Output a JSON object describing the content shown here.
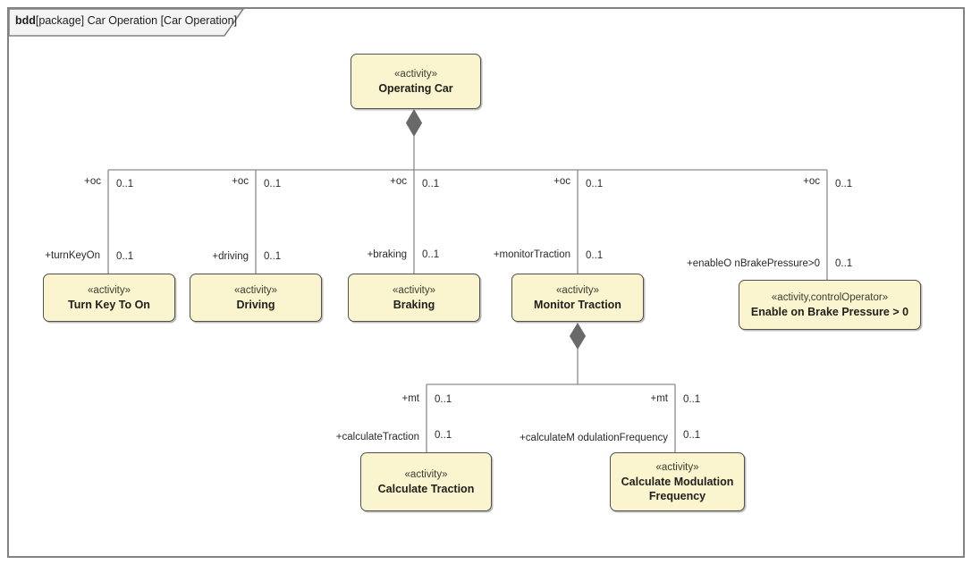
{
  "frame": {
    "tab_bold": "bdd",
    "tab_rest": "[package] Car Operation [Car Operation]"
  },
  "colors": {
    "node_fill": "#faf4cf",
    "node_border": "#52524a",
    "connector_line": "#8c8c8c",
    "diamond_fill": "#696969",
    "frame_border": "#828282",
    "tab_fill": "#f4f4f4"
  },
  "nodes": [
    {
      "stereotype": "«activity»",
      "name": "Operating Car"
    },
    {
      "stereotype": "«activity»",
      "name": "Turn Key To On"
    },
    {
      "stereotype": "«activity»",
      "name": "Driving"
    },
    {
      "stereotype": "«activity»",
      "name": "Braking"
    },
    {
      "stereotype": "«activity»",
      "name": "Monitor Traction"
    },
    {
      "stereotype": "«activity,controlOperator»",
      "name": "Enable on Brake Pressure > 0"
    },
    {
      "stereotype": "«activity»",
      "name": "Calculate Traction"
    },
    {
      "stereotype": "«activity»",
      "name": "Calculate Modulation Frequency"
    }
  ],
  "edges": [
    {
      "source_role": "+oc",
      "source_mult": "0..1",
      "target_role": "+turnKeyOn",
      "target_mult": "0..1"
    },
    {
      "source_role": "+oc",
      "source_mult": "0..1",
      "target_role": "+driving",
      "target_mult": "0..1"
    },
    {
      "source_role": "+oc",
      "source_mult": "0..1",
      "target_role": "+braking",
      "target_mult": "0..1"
    },
    {
      "source_role": "+oc",
      "source_mult": "0..1",
      "target_role": "+monitorTraction",
      "target_mult": "0..1"
    },
    {
      "source_role": "+oc",
      "source_mult": "0..1",
      "target_role": "+enableO nBrakePressure>0",
      "target_mult": "0..1"
    },
    {
      "source_role": "+mt",
      "source_mult": "0..1",
      "target_role": "+calculateTraction",
      "target_mult": "0..1"
    },
    {
      "source_role": "+mt",
      "source_mult": "0..1",
      "target_role": "+calculateM odulationFrequency",
      "target_mult": "0..1"
    }
  ]
}
